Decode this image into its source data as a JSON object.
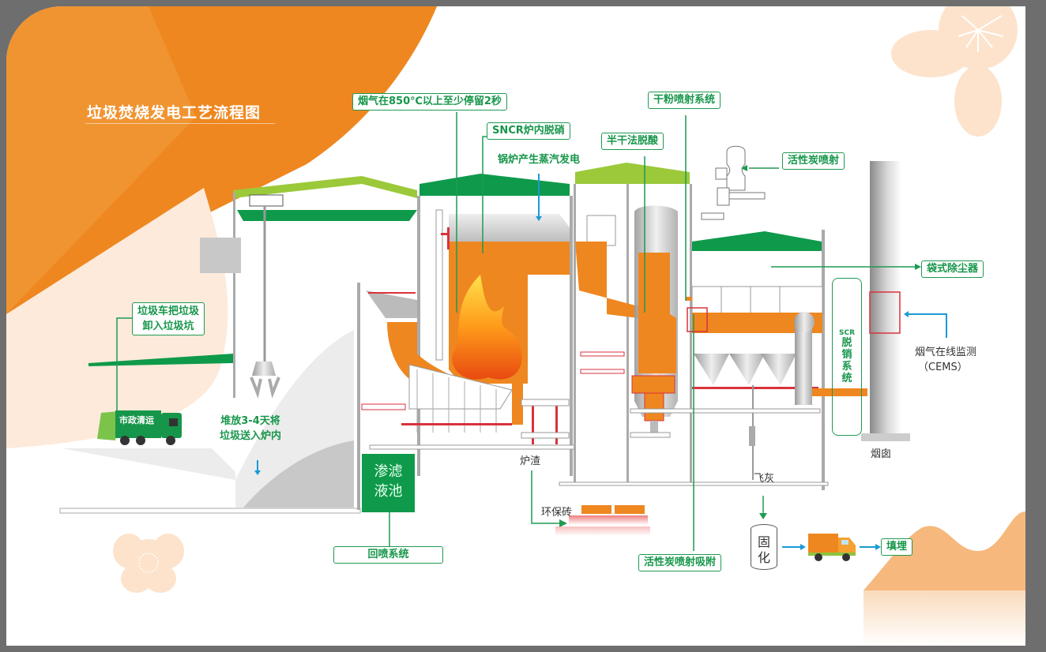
{
  "title": "垃圾焚烧发电工艺流程图",
  "colors": {
    "orange": "#ee8720",
    "green": "#0e9a4a",
    "light_green": "#9bc93a",
    "red": "#d9323c",
    "blue_arrow": "#1a9ad6",
    "peach": "#fde3cc"
  },
  "labels": {
    "flue_gas_850": "烟气在850℃以上至少停留2秒",
    "sncr": "SNCR炉内脱硝",
    "boiler_steam": "锅炉产生蒸汽发电",
    "semi_dry": "半干法脱酸",
    "dry_powder": "干粉喷射系统",
    "activated_carbon": "活性炭喷射",
    "bag_filter": "袋式除尘器",
    "truck_unload_line1": "垃圾车把垃圾",
    "truck_unload_line2": "卸入垃圾坑",
    "store_line1": "堆放3-4天将",
    "store_line2": "垃圾送入炉内",
    "truck_name": "市政清运",
    "leachate_line1": "渗滤",
    "leachate_line2": "液池",
    "recirculation": "回喷系统",
    "slag": "炉渣",
    "eco_brick": "环保砖",
    "fly_ash": "飞灰",
    "carbon_adsorption": "活性炭喷射吸附",
    "solidify_1": "固",
    "solidify_2": "化",
    "landfill": "填埋",
    "scr_top": "SCR",
    "scr_text": "脱销系统",
    "cems_line1": "烟气在线监测",
    "cems_line2": "（CEMS）",
    "chimney": "烟囱"
  }
}
